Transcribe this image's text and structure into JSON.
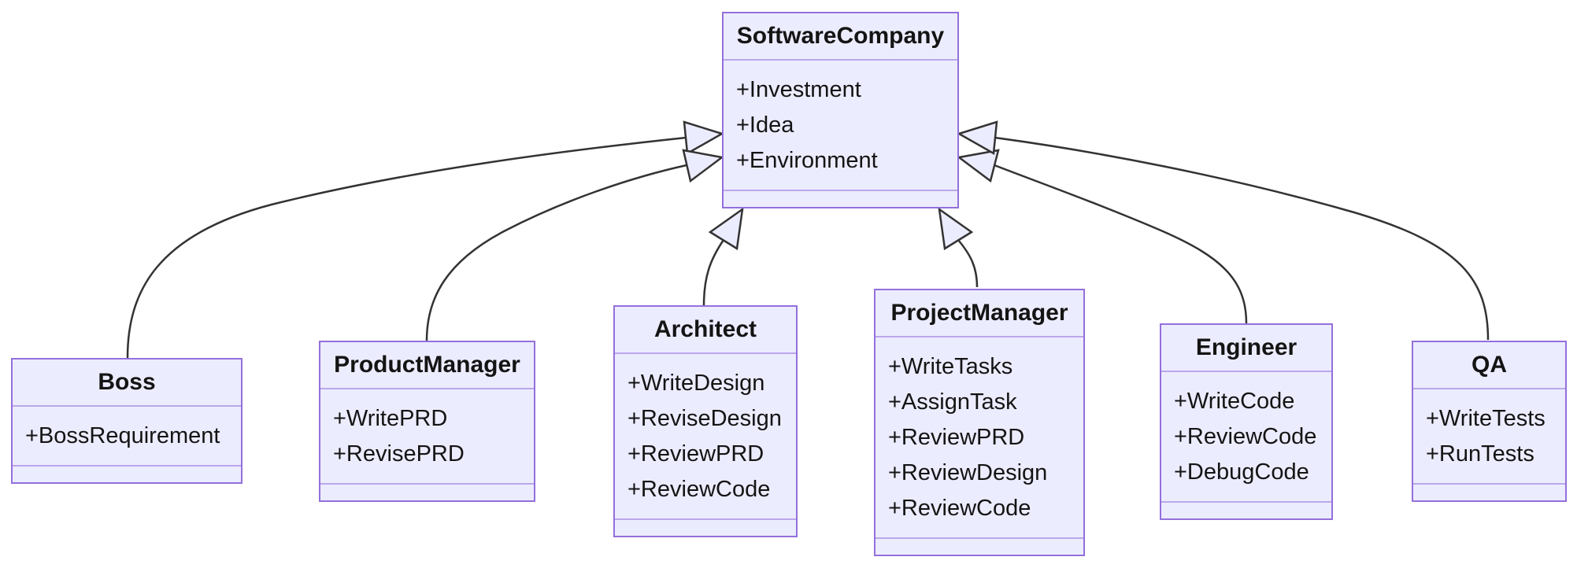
{
  "diagram": {
    "kind": "uml-class-diagram",
    "colors": {
      "node_fill": "#ECECFF",
      "node_border": "#9370DB",
      "edge_line": "#333333",
      "text": "#141414",
      "background": "#ffffff"
    },
    "classes": [
      {
        "id": "software-company",
        "name": "SoftwareCompany",
        "attributes": [
          "+Investment",
          "+Idea",
          "+Environment"
        ],
        "methods": []
      },
      {
        "id": "boss",
        "name": "Boss",
        "attributes": [
          "+BossRequirement"
        ],
        "methods": []
      },
      {
        "id": "product-manager",
        "name": "ProductManager",
        "attributes": [
          "+WritePRD",
          "+RevisePRD"
        ],
        "methods": []
      },
      {
        "id": "architect",
        "name": "Architect",
        "attributes": [
          "+WriteDesign",
          "+ReviseDesign",
          "+ReviewPRD",
          "+ReviewCode"
        ],
        "methods": []
      },
      {
        "id": "project-manager",
        "name": "ProjectManager",
        "attributes": [
          "+WriteTasks",
          "+AssignTask",
          "+ReviewPRD",
          "+ReviewDesign",
          "+ReviewCode"
        ],
        "methods": []
      },
      {
        "id": "engineer",
        "name": "Engineer",
        "attributes": [
          "+WriteCode",
          "+ReviewCode",
          "+DebugCode"
        ],
        "methods": []
      },
      {
        "id": "qa",
        "name": "QA",
        "attributes": [
          "+WriteTests",
          "+RunTests"
        ],
        "methods": []
      }
    ],
    "relationships": [
      {
        "from": "Boss",
        "to": "SoftwareCompany",
        "type": "inheritance"
      },
      {
        "from": "ProductManager",
        "to": "SoftwareCompany",
        "type": "inheritance"
      },
      {
        "from": "Architect",
        "to": "SoftwareCompany",
        "type": "inheritance"
      },
      {
        "from": "ProjectManager",
        "to": "SoftwareCompany",
        "type": "inheritance"
      },
      {
        "from": "Engineer",
        "to": "SoftwareCompany",
        "type": "inheritance"
      },
      {
        "from": "QA",
        "to": "SoftwareCompany",
        "type": "inheritance"
      }
    ]
  }
}
